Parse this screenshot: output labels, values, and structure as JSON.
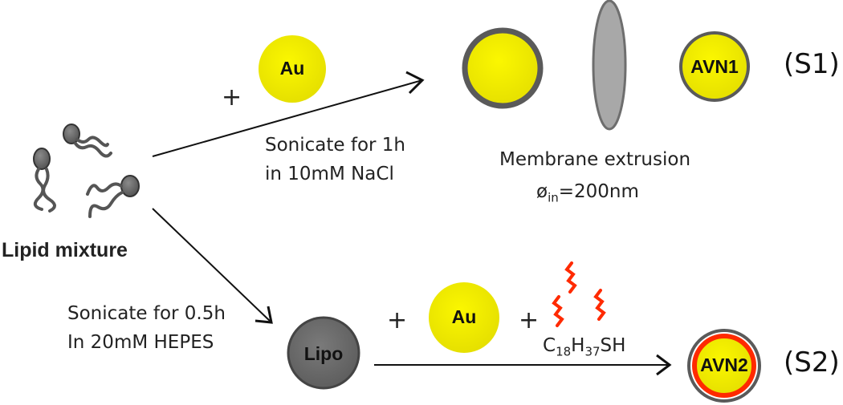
{
  "start": {
    "label": "Lipid mixture"
  },
  "route1": {
    "reagent": "Au",
    "plus": "+",
    "condition_line1": "Sonicate for 1h",
    "condition_line2": "in 10mM NaCl",
    "extrusion_line1": "Membrane extrusion",
    "extrusion_symbol": "ø",
    "extrusion_sub": "in",
    "extrusion_value": "=200nm",
    "product": "AVN1",
    "tag": "(S1)"
  },
  "route2": {
    "condition_line1": "Sonicate for 0.5h",
    "condition_line2": "In 20mM HEPES",
    "intermediate": "Lipo",
    "plus1": "+",
    "reagent": "Au",
    "plus2": "+",
    "thiol": {
      "c": "C",
      "c_sub": "18",
      "h": "H",
      "h_sub": "37",
      "tail": "SH"
    },
    "product": "AVN2",
    "tag": "(S2)"
  },
  "colors": {
    "gold": "#f2ef00",
    "gold_edge": "#d6d000",
    "shell": "#5a5a5a",
    "lipo": "#6e6e6e",
    "membrane": "#a8a8a8",
    "thiol": "#ff2a00"
  }
}
